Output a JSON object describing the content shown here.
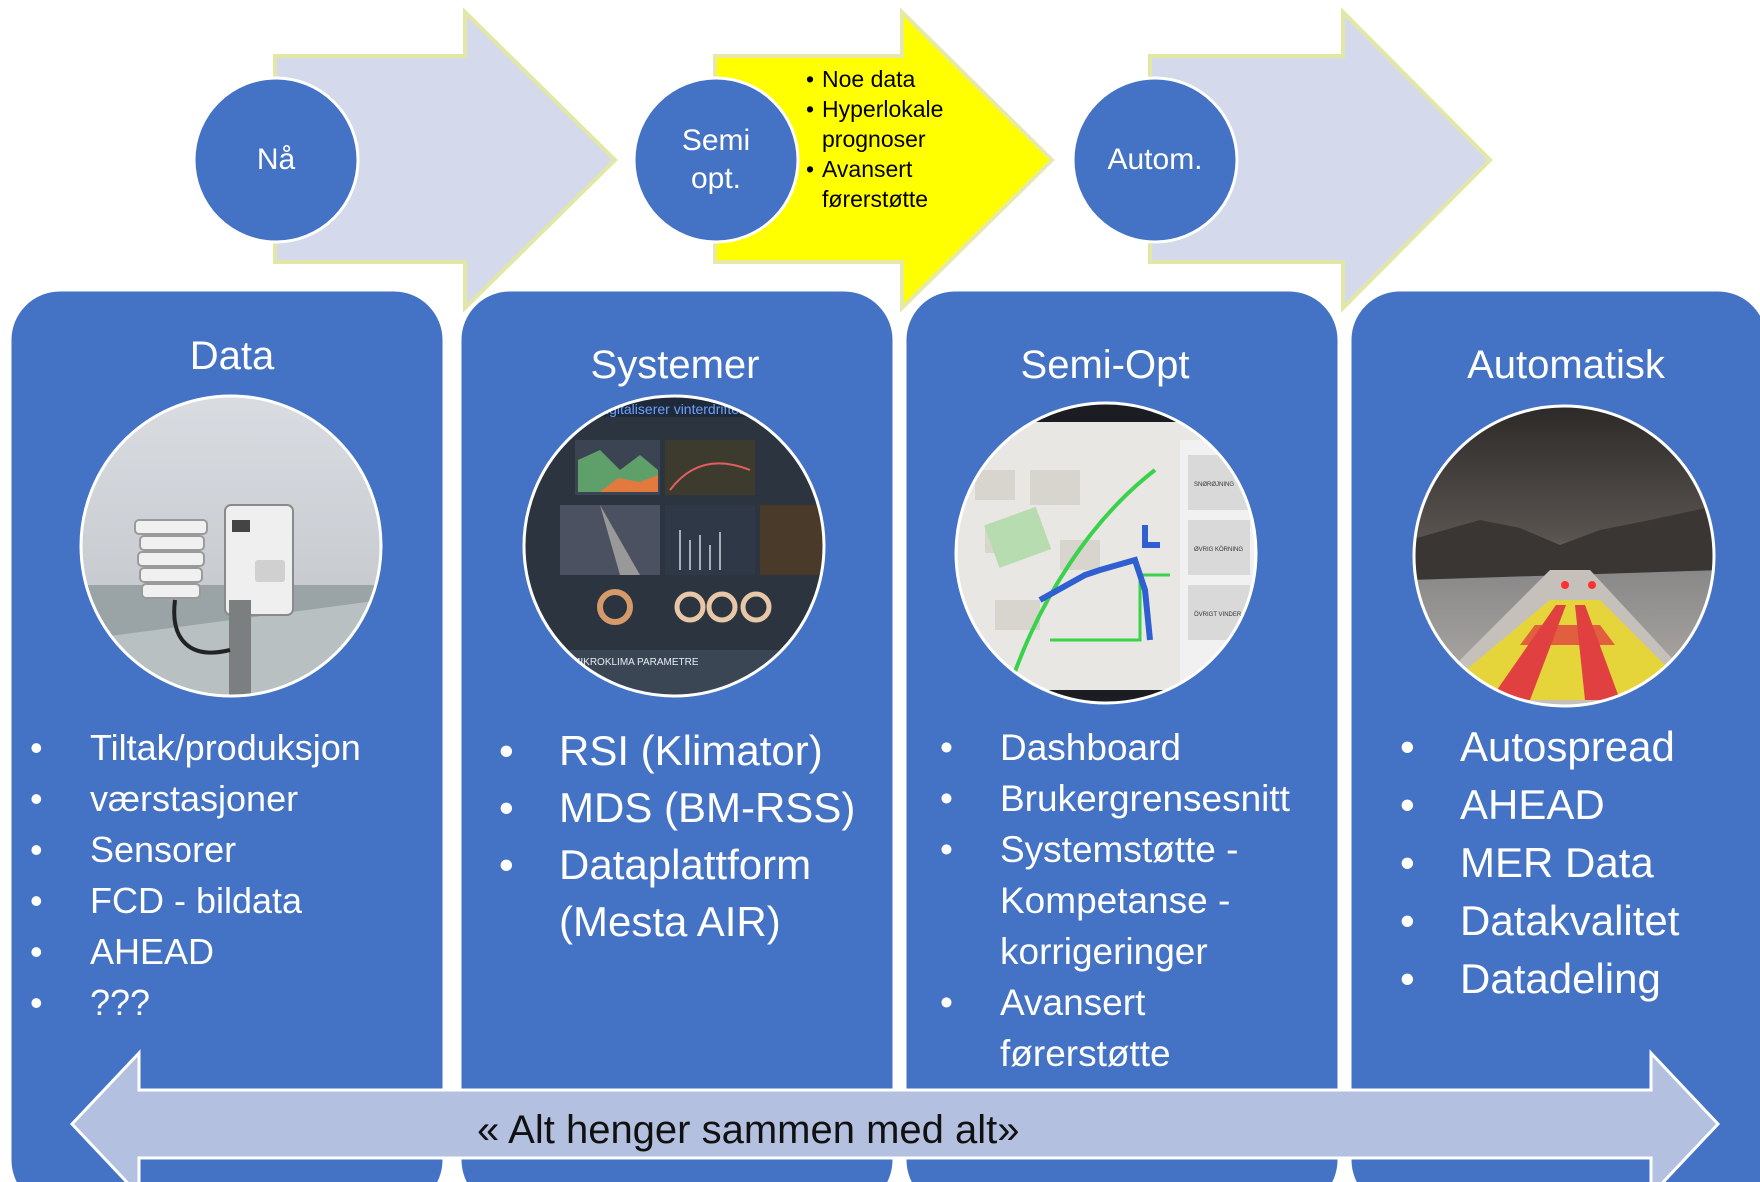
{
  "stages": [
    {
      "id": "na",
      "label": "Nå"
    },
    {
      "id": "semi",
      "label": "Semi\nopt."
    },
    {
      "id": "autom",
      "label": "Autom."
    }
  ],
  "semi_bullets": [
    "Noe data",
    "Hyperlokale prognoser",
    "Avansert førerstøtte"
  ],
  "panels": [
    {
      "title": "Data",
      "items": [
        "Tiltak/produksjon",
        " værstasjoner",
        "Sensorer",
        "FCD - bildata",
        "AHEAD",
        "???"
      ]
    },
    {
      "title": "Systemer",
      "items": [
        "RSI (Klimator)",
        "MDS (BM-RSS)",
        "Dataplattform (Mesta AIR)"
      ],
      "image_text": [
        "igitaliserer vinterdriften",
        "E| MIKROKLIMA PARAMETRE"
      ]
    },
    {
      "title": "Semi-Opt",
      "items": [
        "Dashboard",
        "Brukergrensesnitt",
        "Systemstøtte - Kompetanse - korrigeringer",
        "Avansert førerstøtte"
      ],
      "image_text": [
        "SNØRØJNING",
        "ØVRIG KÖRNING",
        "ÖVRIGT VINDER"
      ]
    },
    {
      "title": "Automatisk",
      "items": [
        "Autospread",
        "AHEAD",
        "MER Data",
        "Datakvalitet",
        "Datadeling"
      ]
    }
  ],
  "banner": "« Alt henger sammen med alt»",
  "colors": {
    "panel": "#4472C4",
    "arrow": "#D4D9EC",
    "arrow_stroke": "#E6E9A8",
    "highlight": "#FFFF00",
    "banner": "#B3C0DF"
  },
  "icons": [
    "weather-station-photo",
    "dashboard-screen-photo",
    "map-screen-photo",
    "night-road-photo"
  ]
}
